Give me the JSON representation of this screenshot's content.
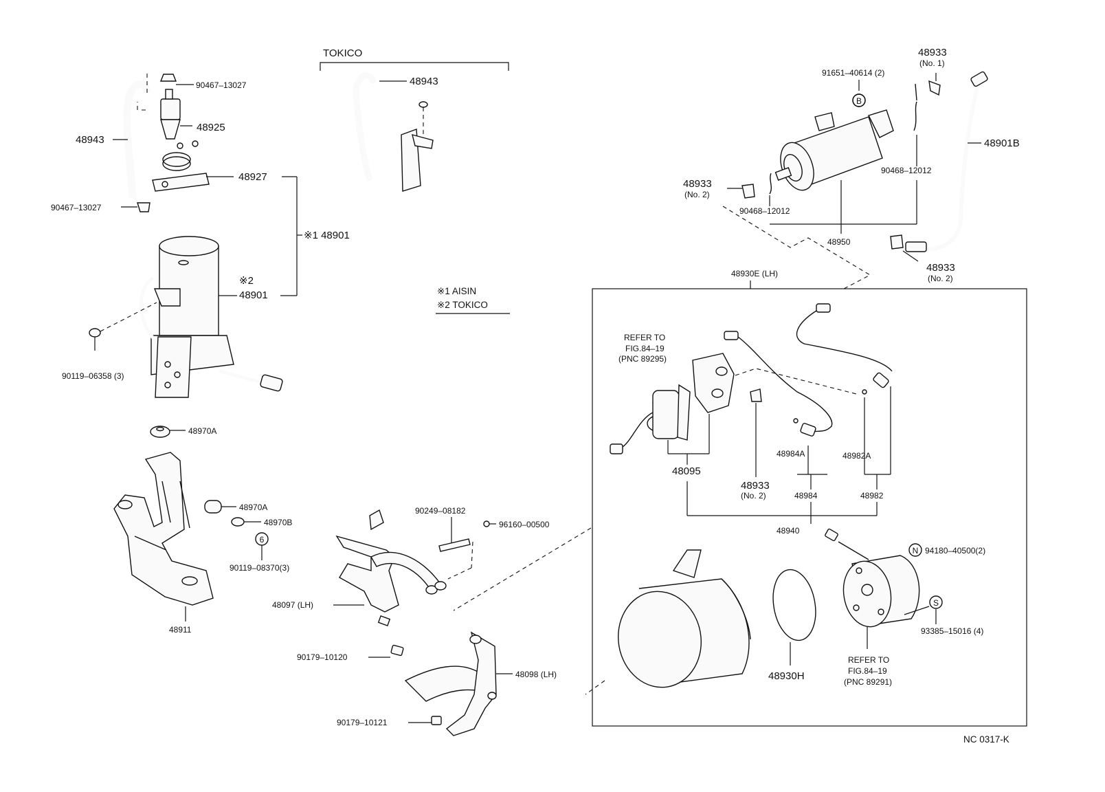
{
  "diagram": {
    "drawing_id": "NC 0317-K",
    "legend": {
      "aisin": "※1 AISIN",
      "tokico": "※2 TOKICO"
    },
    "tokico_header": "TOKICO",
    "labels": {
      "p90467_top": "90467–13027",
      "p48925": "48925",
      "p48943_left": "48943",
      "p48927": "48927",
      "p90467_bottom": "90467–13027",
      "p48901_aisin": "※1 48901",
      "p48901_tokico_mark": "※2",
      "p48901_tokico": "48901",
      "p90119_06358": "90119–06358 (3)",
      "p48943_tokico": "48943",
      "p48970A_top": "48970A",
      "p48970A_mid": "48970A",
      "p48970B": "48970B",
      "p90119_08370": "90119–08370(3)",
      "p48911": "48911",
      "p90249": "90249–08182",
      "p96160": "96160–00500",
      "p48097": "48097 (LH)",
      "p90179_10120": "90179–10120",
      "p48098": "48098 (LH)",
      "p90179_10121": "90179–10121",
      "p48933_no1": "48933",
      "p48933_no1_sub": "(No. 1)",
      "p91651": "91651–40614 (2)",
      "p48901B": "48901B",
      "p90468_right": "90468–12012",
      "p48933_no2_left": "48933",
      "p48933_no2_left_sub": "(No. 2)",
      "p90468_left": "90468–12012",
      "p48950": "48950",
      "p48933_no2_right": "48933",
      "p48933_no2_right_sub": "(No. 2)",
      "p48930E": "48930E (LH)",
      "refer1_line1": "REFER TO",
      "refer1_line2": "FIG.84–19",
      "refer1_line3": "(PNC 89295)",
      "p48095": "48095",
      "p48933_box": "48933",
      "p48933_box_sub": "(No. 2)",
      "p48984A": "48984A",
      "p48984": "48984",
      "p48982A": "48982A",
      "p48982": "48982",
      "p48940": "48940",
      "p94180": "94180–40500(2)",
      "p93385": "93385–15016 (4)",
      "p48930H": "48930H",
      "refer2_line1": "REFER TO",
      "refer2_line2": "FIG.84–19",
      "refer2_line3": "(PNC 89291)"
    },
    "callout_letters": {
      "b": "B",
      "six": "6",
      "n": "N",
      "s": "S"
    }
  }
}
